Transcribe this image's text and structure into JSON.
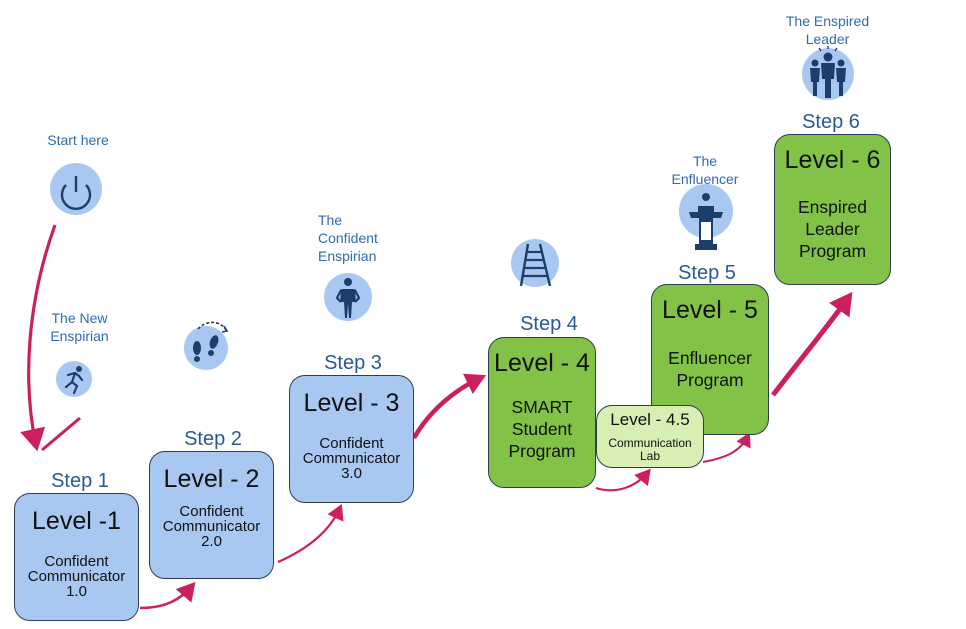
{
  "captions": {
    "start": "Start here",
    "new_enspirian": [
      "The New",
      "Enspirian"
    ],
    "confident_enspirian": [
      "The",
      "Confident",
      "Enspirian"
    ],
    "enfluencer": [
      "The",
      "Enfluencer"
    ],
    "enspired_leader": [
      "The Enspired",
      "Leader"
    ]
  },
  "steps": [
    {
      "step": "Step 1",
      "level": "Level -1",
      "program": [
        "Confident",
        "Communicator",
        "1.0"
      ]
    },
    {
      "step": "Step 2",
      "level": "Level - 2",
      "program": [
        "Confident",
        "Communicator",
        "2.0"
      ]
    },
    {
      "step": "Step 3",
      "level": "Level - 3",
      "program": [
        "Confident",
        "Communicator",
        "3.0"
      ]
    },
    {
      "step": "Step 4",
      "level": "Level - 4",
      "program": [
        "SMART",
        "Student",
        "Program"
      ]
    },
    {
      "step": "Step 5",
      "level": "Level - 5",
      "program": [
        "Enfluencer",
        "Program"
      ]
    },
    {
      "step": "Step 6",
      "level": "Level - 6",
      "program": [
        "Enspired",
        "Leader",
        "Program"
      ]
    }
  ],
  "sub_level": {
    "level": "Level - 4.5",
    "program": [
      "Communication",
      "Lab"
    ]
  },
  "colors": {
    "blue_box": "#a9c8f1",
    "green_box": "#82c247",
    "light_green_box": "#d7efb3",
    "arrow": "#cc1f5f",
    "label_text": "#2a5a96",
    "icon_bg": "#a9c8f1",
    "icon_fg": "#1d3d6b"
  },
  "icons": [
    "power-icon",
    "running-person-icon",
    "footsteps-icon",
    "confident-person-icon",
    "ladder-icon",
    "podium-speaker-icon",
    "leader-group-icon"
  ]
}
